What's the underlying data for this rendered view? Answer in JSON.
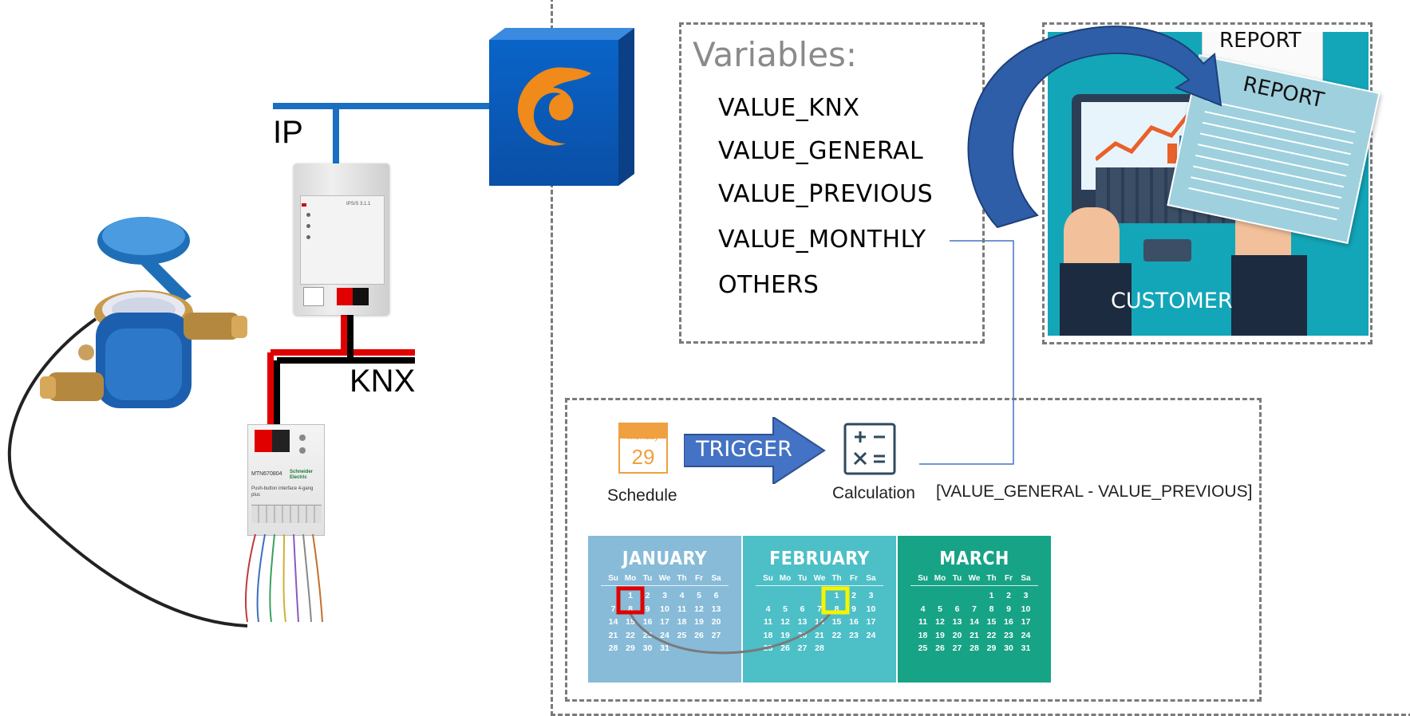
{
  "network": {
    "ip_label": "IP",
    "knx_label": "KNX"
  },
  "variables": {
    "title": "Variables:",
    "items": [
      "VALUE_KNX",
      "VALUE_GENERAL",
      "VALUE_PREVIOUS",
      "VALUE_MONTHLY",
      "OTHERS"
    ]
  },
  "report": {
    "back_label": "REPORT",
    "front_label": "REPORT",
    "customer_label": "CUSTOMER"
  },
  "schedule": {
    "calendar_icon_day": "Monday",
    "calendar_icon_date": "29",
    "schedule_label": "Schedule",
    "trigger_label": "TRIGGER",
    "calculation_label": "Calculation",
    "formula": "[VALUE_GENERAL - VALUE_PREVIOUS]"
  },
  "calendars": [
    {
      "month": "JANUARY",
      "dows": [
        "Su",
        "Mo",
        "Tu",
        "We",
        "Th",
        "Fr",
        "Sa"
      ],
      "days": [
        "",
        "1",
        "2",
        "3",
        "4",
        "5",
        "6",
        "7",
        "8",
        "9",
        "10",
        "11",
        "12",
        "13",
        "14",
        "15",
        "16",
        "17",
        "18",
        "19",
        "20",
        "21",
        "22",
        "23",
        "24",
        "25",
        "26",
        "27",
        "28",
        "29",
        "30",
        "31"
      ]
    },
    {
      "month": "FEBRUARY",
      "dows": [
        "Su",
        "Mo",
        "Tu",
        "We",
        "Th",
        "Fr",
        "Sa"
      ],
      "days": [
        "",
        "",
        "",
        "",
        "1",
        "2",
        "3",
        "4",
        "5",
        "6",
        "7",
        "8",
        "9",
        "10",
        "11",
        "12",
        "13",
        "14",
        "15",
        "16",
        "17",
        "18",
        "19",
        "20",
        "21",
        "22",
        "23",
        "24",
        "25",
        "26",
        "27",
        "28"
      ]
    },
    {
      "month": "MARCH",
      "dows": [
        "Su",
        "Mo",
        "Tu",
        "We",
        "Th",
        "Fr",
        "Sa"
      ],
      "days": [
        "",
        "",
        "",
        "",
        "1",
        "2",
        "3",
        "4",
        "5",
        "6",
        "7",
        "8",
        "9",
        "10",
        "11",
        "12",
        "13",
        "14",
        "15",
        "16",
        "17",
        "18",
        "19",
        "20",
        "21",
        "22",
        "23",
        "24",
        "25",
        "26",
        "27",
        "28",
        "29",
        "30",
        "31"
      ]
    }
  ],
  "device_labels": {
    "ip_router": "IPS/S 3.1.1",
    "push_button": "MTN670804",
    "push_button_brand": "Schneider Electric",
    "push_button_desc": "Push-button interface 4-gang plus"
  },
  "colors": {
    "ip_line": "#1a6fc0",
    "knx_red": "#e00000",
    "knx_black": "#000000",
    "cal_jan": "#87bbd8",
    "cal_feb": "#4dbfc7",
    "cal_mar": "#17a386",
    "trigger_arrow": "#4472c4",
    "customer_bg": "#13a6b8",
    "curved_arrow": "#2f5ea8",
    "highlight_jan": "#e00000",
    "highlight_feb": "#f5f500"
  }
}
